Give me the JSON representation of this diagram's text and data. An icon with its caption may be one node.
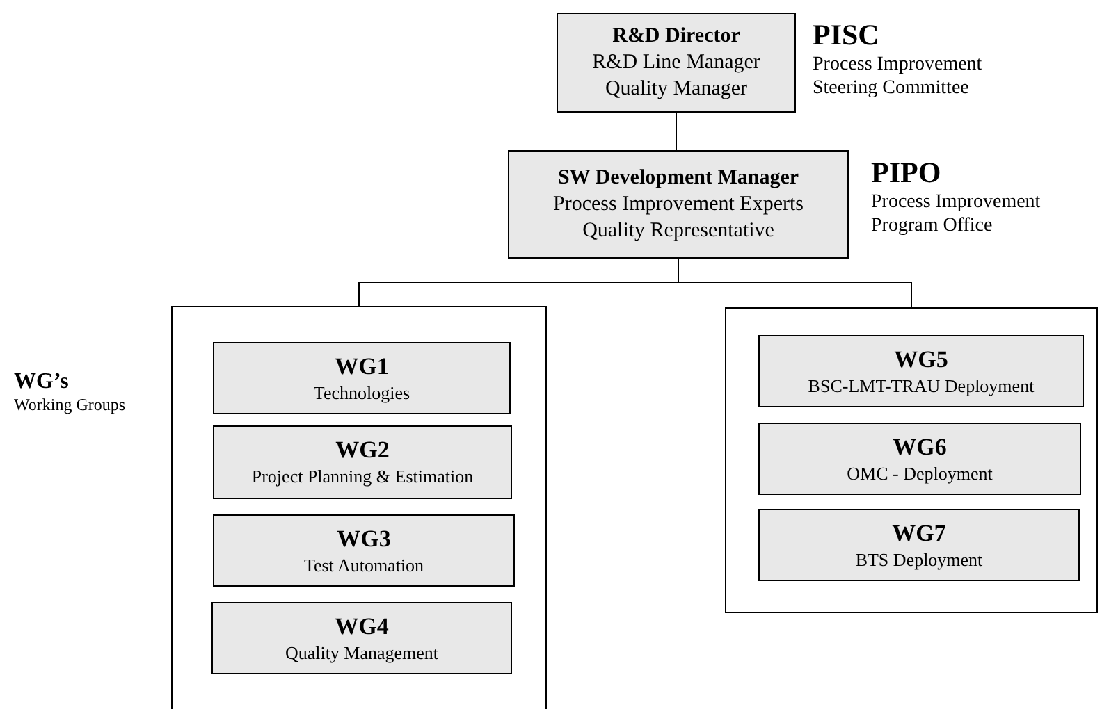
{
  "diagram": {
    "nodes": [
      {
        "text": [
          "R&D Director",
          "R&D Line Manager",
          "Quality Manager"
        ],
        "beside": [
          "PISC",
          "Process Improvement Steering Committee"
        ]
      },
      {
        "text": [
          "SW Development Manager",
          "Process Improvement Experts",
          "Quality Representative"
        ],
        "beside": [
          "PIPO",
          "Process Improvement Program Office"
        ]
      },
      {
        "text": [
          "WG’s",
          "Working Groups"
        ]
      },
      {
        "text": [
          "WG1",
          "Technologies"
        ],
        "in": 2
      },
      {
        "text": [
          "WG2",
          "Project Planning & Estimation"
        ],
        "in": 2
      },
      {
        "text": [
          "WG3",
          "Test Automation"
        ],
        "in": 2
      },
      {
        "text": [
          "WG4",
          "Quality Management"
        ],
        "in": 2
      },
      {
        "text": [],
        "shape": "box"
      },
      {
        "text": [
          "WG5",
          "BSC-LMT-TRAU Deployment"
        ],
        "in": 7
      },
      {
        "text": [
          "WG6",
          "OMC - Deployment"
        ],
        "in": 7
      },
      {
        "text": [
          "WG7",
          "BTS Deployment"
        ],
        "in": 7
      }
    ],
    "edges": [
      {
        "from": 0,
        "to": 1,
        "arrow": "none"
      },
      {
        "from": 1,
        "to": 2,
        "arrow": "none"
      },
      {
        "from": 1,
        "to": 7,
        "arrow": "none"
      }
    ]
  }
}
